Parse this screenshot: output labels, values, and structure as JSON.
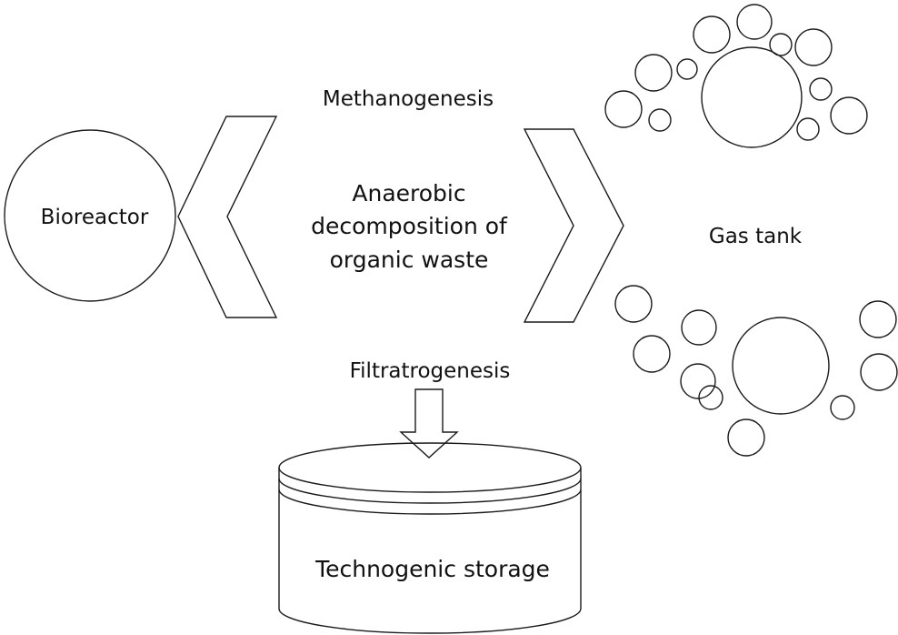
{
  "labels": {
    "bioreactor": "Bioreactor",
    "methanogenesis": "Methanogenesis",
    "center_line1": "Anaerobic",
    "center_line2": "decomposition of",
    "center_line3": "organic waste",
    "gas_tank": "Gas tank",
    "filtratrogenesis": "Filtratrogenesis",
    "storage": "Technogenic storage"
  },
  "colors": {
    "stroke": "#1a1a1a",
    "background": "#ffffff",
    "text": "#111111"
  },
  "icons": [
    "bioreactor-circle",
    "left-chevron-arrow",
    "right-chevron-arrow",
    "gas-bubble-cluster",
    "down-arrow",
    "storage-cylinder"
  ]
}
